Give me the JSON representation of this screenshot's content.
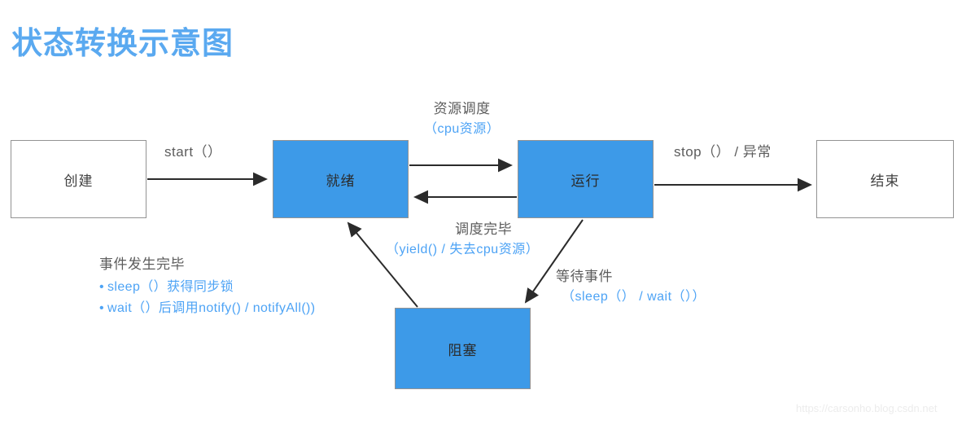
{
  "page": {
    "title": "状态转换示意图",
    "watermark": "https://carsonho.blog.csdn.net",
    "background": "#ffffff",
    "title_color": "#5aa9f0",
    "accent_fill": "#3d9ae8",
    "label_dark_color": "#5c5c5c",
    "label_blue_color": "#4da3f5",
    "box_border_color": "#939393"
  },
  "nodes": [
    {
      "id": "created",
      "label": "创建",
      "style": "plain"
    },
    {
      "id": "ready",
      "label": "就绪",
      "style": "filled"
    },
    {
      "id": "running",
      "label": "运行",
      "style": "filled"
    },
    {
      "id": "finished",
      "label": "结束",
      "style": "plain"
    },
    {
      "id": "blocked",
      "label": "阻塞",
      "style": "filled"
    }
  ],
  "edges": [
    {
      "id": "created-to-ready",
      "from": "created",
      "to": "ready",
      "label_primary": "start（）",
      "label_secondary": ""
    },
    {
      "id": "ready-to-running",
      "from": "ready",
      "to": "running",
      "label_primary": "资源调度",
      "label_secondary": "（cpu资源）"
    },
    {
      "id": "running-to-ready",
      "from": "running",
      "to": "ready",
      "label_primary": "调度完毕",
      "label_secondary": "（yield() / 失去cpu资源）"
    },
    {
      "id": "running-to-finished",
      "from": "running",
      "to": "finished",
      "label_primary": "stop（） / 异常",
      "label_secondary": ""
    },
    {
      "id": "running-to-blocked",
      "from": "running",
      "to": "blocked",
      "label_primary": "等待事件",
      "label_secondary": "（sleep（） / wait（））"
    },
    {
      "id": "blocked-to-ready",
      "from": "blocked",
      "to": "ready",
      "label_primary": "",
      "label_secondary": ""
    }
  ],
  "notes": {
    "title": "事件发生完毕",
    "items": [
      "sleep（）获得同步锁",
      "wait（）后调用notify() / notifyAll())"
    ],
    "bullet": "•"
  }
}
